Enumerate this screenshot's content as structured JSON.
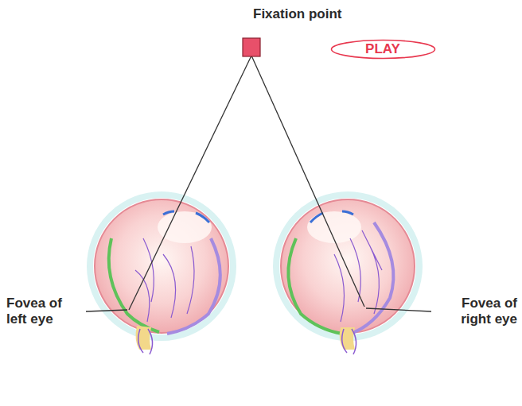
{
  "diagram": {
    "nodes": [
      {
        "text": [
          "PLAY"
        ]
      }
    ],
    "labels": [
      "Fixation point",
      "Fovea of left eye",
      "Fovea of right eye"
    ]
  }
}
